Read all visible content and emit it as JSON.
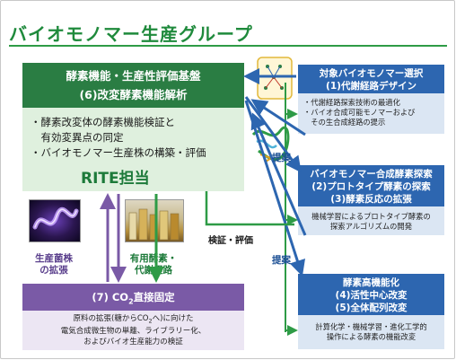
{
  "title": "バイオモノマー生産グループ",
  "left_block": {
    "head_line1": "酵素機能・生産性評価基盤",
    "head_line2": "(6)改変酵素機能解析",
    "body_lines": [
      "・酵素改変体の酵素機能検証と",
      "　有効変異点の同定",
      "・バイオモノマー生産株の構築・評価"
    ],
    "rite": "RITE担当"
  },
  "photos": {
    "left_label_1": "生産菌株",
    "left_label_2": "の拡張",
    "right_label_1": "有用酵素・",
    "right_label_2": "代謝経路"
  },
  "purple_block": {
    "head_pre": "(7) CO",
    "head_sub": "2",
    "head_post": "直接固定",
    "body_line1_pre": "原料の拡張(糖からCO",
    "body_line1_sub": "2",
    "body_line1_post": "へ)に向けた",
    "body_line2": "電気合成微生物の単離、ライブラリー化、",
    "body_line3": "およびバイオ生産能力の検証"
  },
  "right_blocks": [
    {
      "head_line1": "対象バイオモノマー選択",
      "head_line2": "(1)代謝経路デザイン",
      "body_lines": [
        "・代謝経路探索技術の最適化",
        "・バイオ合成可能モノマーおよび",
        "　その生合成経路の提示"
      ]
    },
    {
      "head_line1": "バイオモノマー合成酵素探索",
      "head_line2": "(2)プロトタイプ酵素の探索",
      "head_line3": "(3)酵素反応の拡張",
      "body_lines": [
        "機械学習によるプロトタイプ酵素の",
        "探索アルゴリズムの開発"
      ]
    },
    {
      "head_line1": "酵素高機能化",
      "head_line2": "(4)活性中心改変",
      "head_line3": "(5)全体配列改変",
      "body_lines": [
        "計算化学・機械学習・進化工学的",
        "操作による酵素の機能改変"
      ]
    }
  ],
  "labels": {
    "teian_1": "提案",
    "teian_2": "提案",
    "kensho": "検証・評価"
  },
  "colors": {
    "green_dark": "#2a7d43",
    "green_light": "#dff0de",
    "blue": "#2d66b0",
    "blue_light": "#dbe6f3",
    "purple": "#7a5aa6",
    "purple_light": "#ece6f3"
  }
}
